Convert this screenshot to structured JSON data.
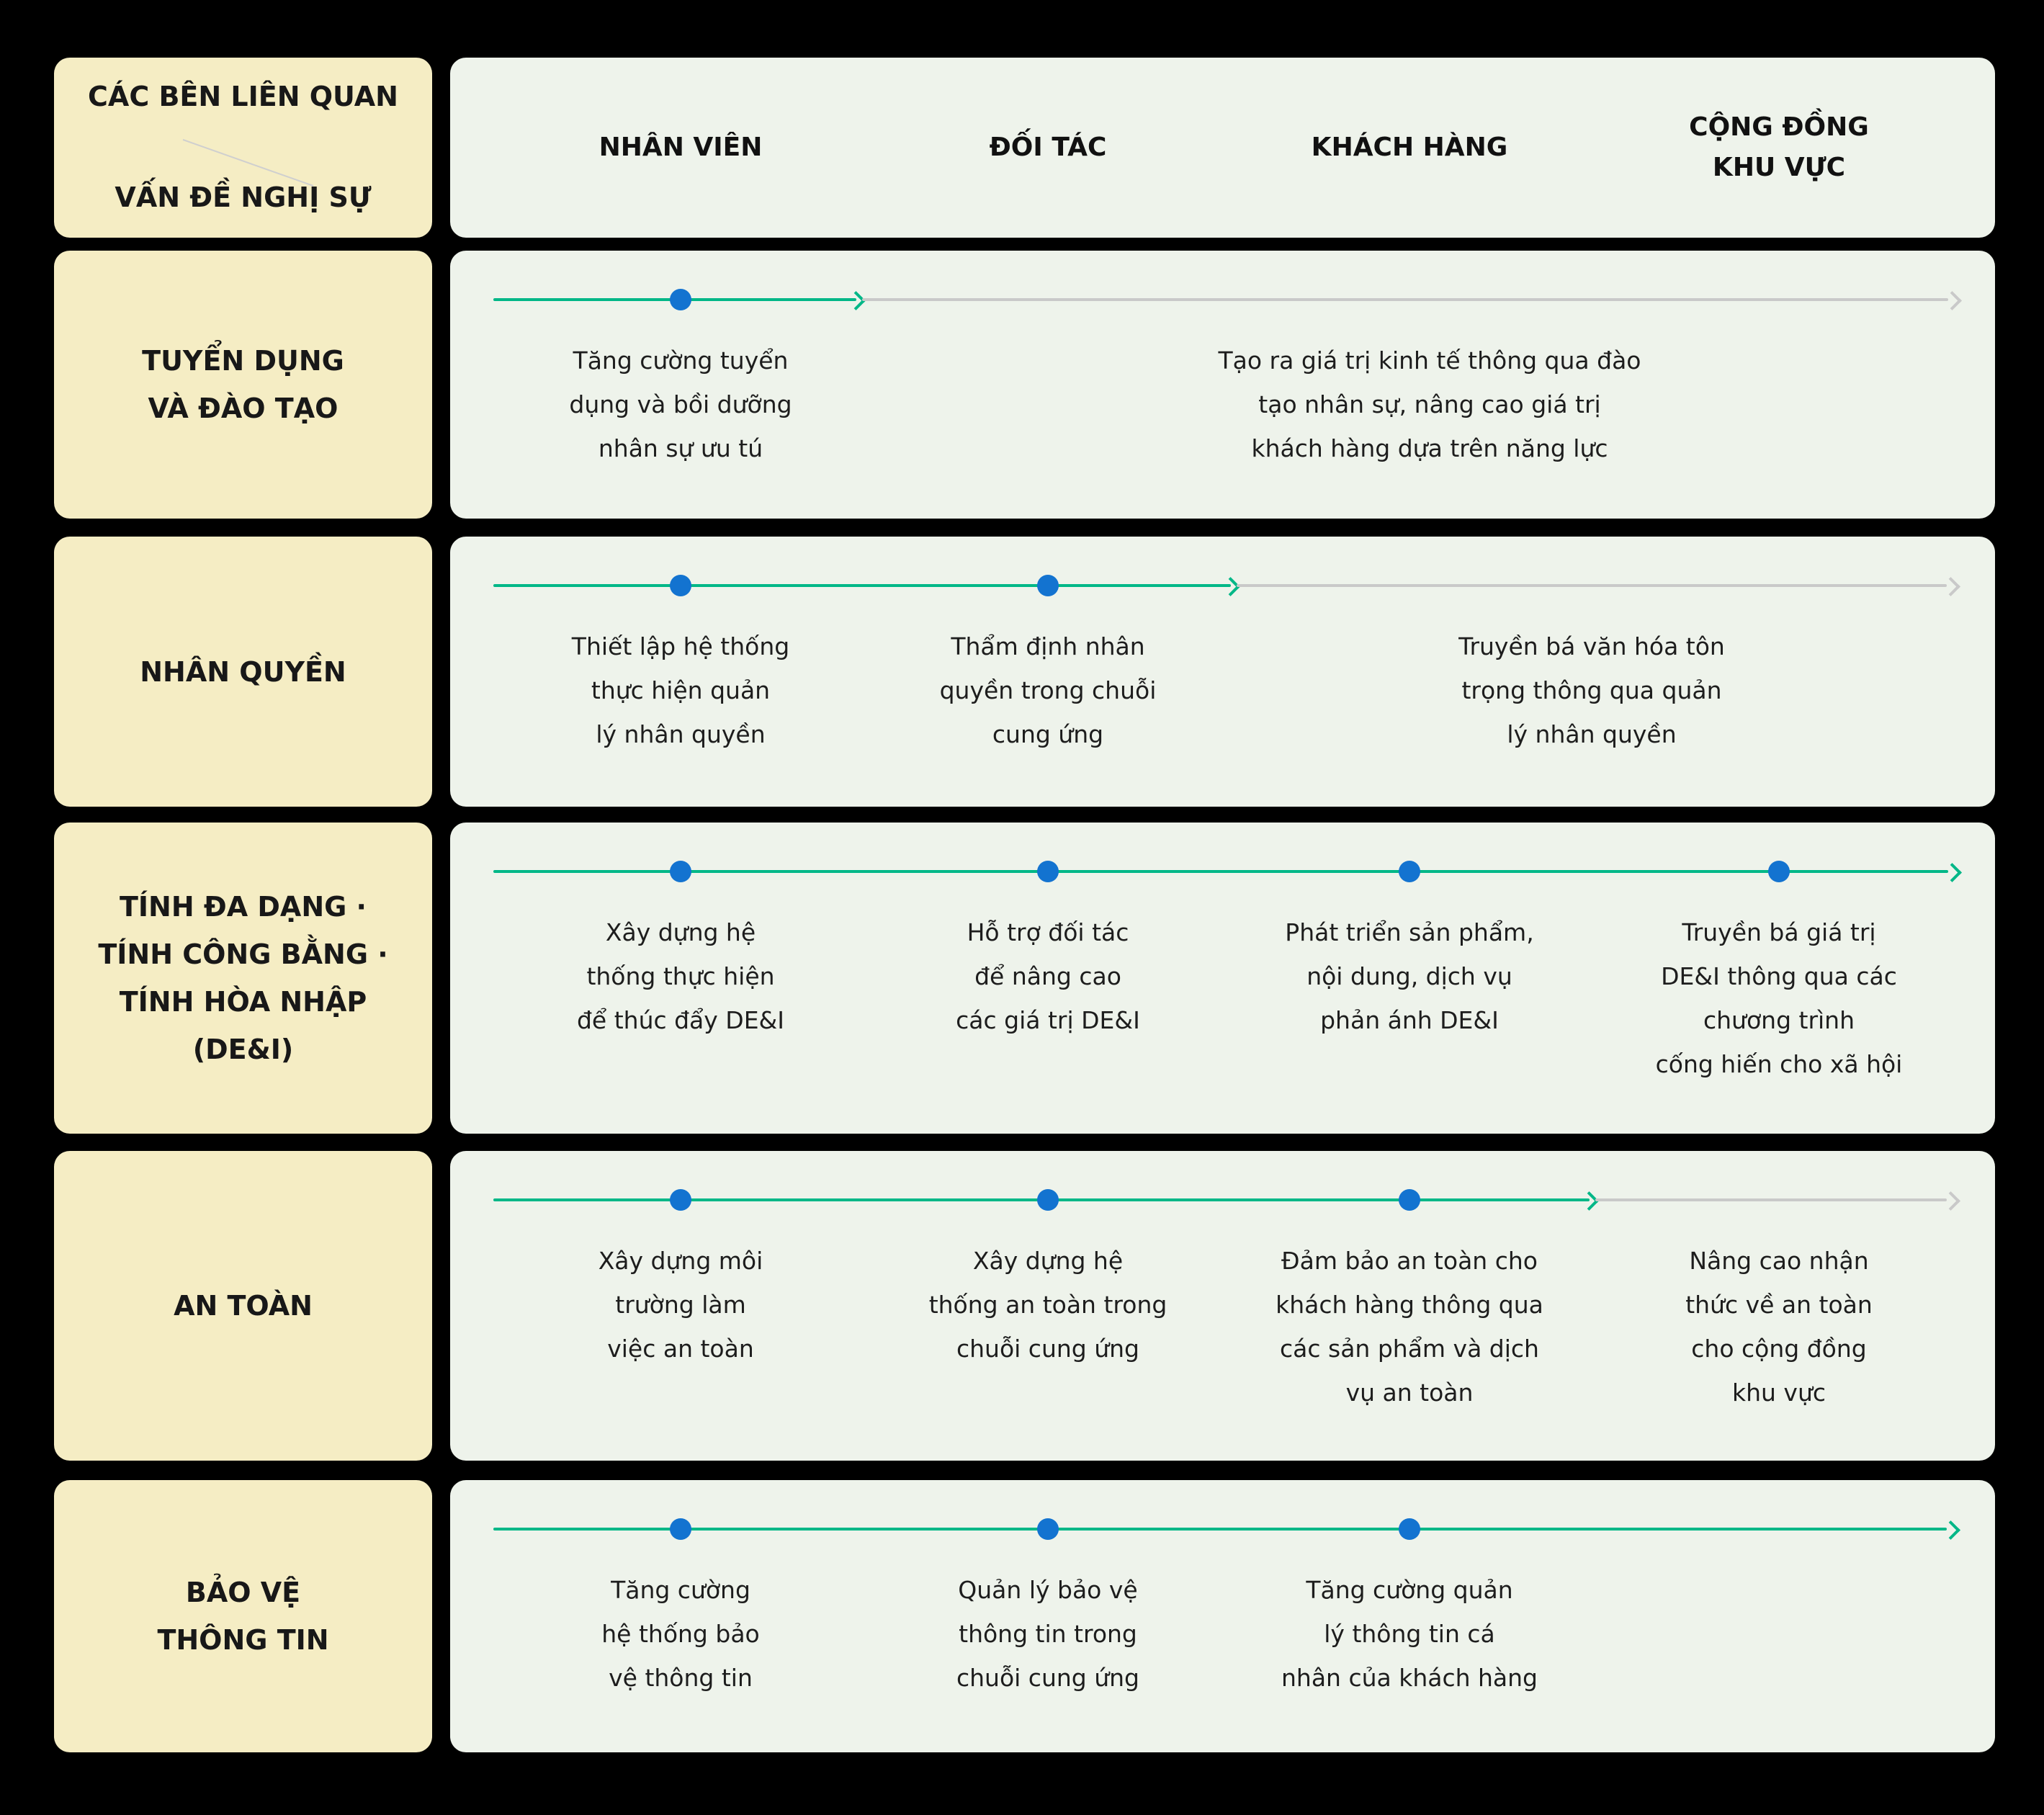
{
  "colors": {
    "background": "#000000",
    "label_box": "#f5edc4",
    "content_box": "#eef3eb",
    "timeline_teal": "#00b787",
    "timeline_gray": "#c9c9c9",
    "dot_blue": "#1373d0",
    "text": "#1d1d1d"
  },
  "corner": {
    "top_label": "CÁC BÊN LIÊN QUAN",
    "bottom_label": "VẤN ĐỀ NGHỊ SỰ"
  },
  "stakeholders": [
    "NHÂN VIÊN",
    "ĐỐI TÁC",
    "KHÁCH HÀNG",
    "CỘNG ĐỒNG\nKHU VỰC"
  ],
  "rows": [
    {
      "label": "TUYỂN DỤNG\nVÀ ĐÀO TẠO",
      "cells": [
        {
          "text": "Tăng cường tuyển\ndụng và bồi dưỡng\nnhân sự ưu tú"
        },
        {
          "text": "Tạo ra giá trị kinh tế thông qua đào\ntạo nhân sự, nâng cao giá trị\nkhách hàng dựa trên năng lực"
        }
      ]
    },
    {
      "label": "NHÂN QUYỀN",
      "cells": [
        {
          "text": "Thiết lập hệ thống\nthực hiện quản\nlý nhân quyền"
        },
        {
          "text": "Thẩm định nhân\nquyền trong chuỗi\ncung ứng"
        },
        {
          "text": "Truyền bá văn hóa tôn\ntrọng thông qua quản\nlý nhân quyền"
        }
      ]
    },
    {
      "label": "TÍNH ĐA DẠNG ·\nTÍNH CÔNG BẰNG ·\nTÍNH HÒA NHẬP\n(DE&I)",
      "cells": [
        {
          "text": "Xây dựng hệ\nthống thực hiện\nđể thúc đẩy DE&I"
        },
        {
          "text": "Hỗ trợ đối tác\nđể nâng cao\ncác giá trị DE&I"
        },
        {
          "text": "Phát triển sản phẩm,\nnội dung, dịch vụ\nphản ánh DE&I"
        },
        {
          "text": "Truyền bá giá trị\nDE&I thông qua các\nchương trình\ncống hiến cho xã hội"
        }
      ]
    },
    {
      "label": "AN TOÀN",
      "cells": [
        {
          "text": "Xây dựng môi\ntrường làm\nviệc an toàn"
        },
        {
          "text": "Xây dựng hệ\nthống an toàn trong\nchuỗi cung ứng"
        },
        {
          "text": "Đảm bảo an toàn cho\nkhách hàng thông qua\ncác sản phẩm và dịch\nvụ an toàn"
        },
        {
          "text": "Nâng cao nhận\nthức về an toàn\ncho cộng đồng\nkhu vực"
        }
      ]
    },
    {
      "label": "BẢO VỆ\nTHÔNG TIN",
      "cells": [
        {
          "text": "Tăng cường\nhệ thống bảo\nvệ thông tin"
        },
        {
          "text": "Quản lý bảo vệ\nthông tin trong\nchuỗi cung ứng"
        },
        {
          "text": "Tăng cường quản\nlý thông tin cá\nnhân của khách hàng"
        }
      ]
    }
  ]
}
